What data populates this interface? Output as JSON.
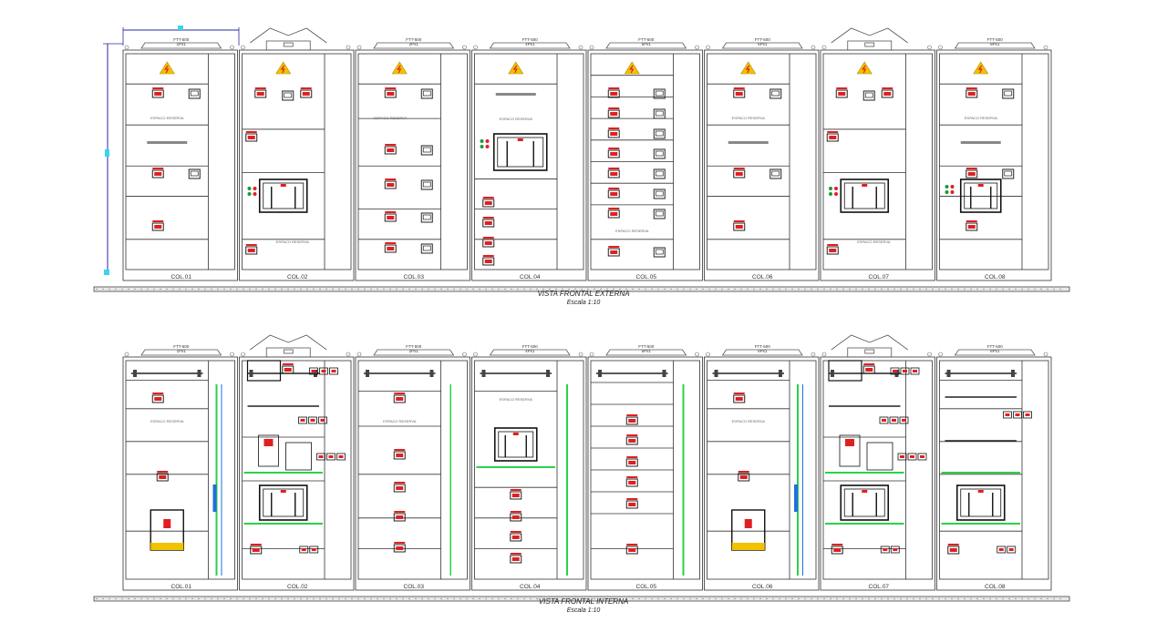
{
  "drawing": {
    "views": [
      {
        "id": "external",
        "title": "VISTA FRONTAL EXTERNA",
        "scale": "Escala 1:10",
        "columns": [
          {
            "label": "COL.01",
            "header": "FTT-500\n1Px1"
          },
          {
            "label": "COL.02",
            "header": ""
          },
          {
            "label": "COL.03",
            "header": "FTT-500\n2Px1"
          },
          {
            "label": "COL.04",
            "header": "FTT-500\n4Px1"
          },
          {
            "label": "COL.05",
            "header": "FTT-500\n5Px1"
          },
          {
            "label": "COL.06",
            "header": "FTT-500\n6Px1"
          },
          {
            "label": "COL.07",
            "header": ""
          },
          {
            "label": "COL.08",
            "header": "FTT-500\n8Px1"
          }
        ]
      },
      {
        "id": "internal",
        "title": "VISTA FRONTAL INTERNA",
        "scale": "Escala 1:10",
        "columns": [
          {
            "label": "COL.01",
            "header": "FTT-500\n1Px1"
          },
          {
            "label": "COL.02",
            "header": ""
          },
          {
            "label": "COL.03",
            "header": "FTT-500\n2Px1"
          },
          {
            "label": "COL.04",
            "header": "FTT-500\n4Px1"
          },
          {
            "label": "COL.05",
            "header": "FTT-500\n5Px1"
          },
          {
            "label": "COL.06",
            "header": "FTT-500\n6Px1"
          },
          {
            "label": "COL.07",
            "header": ""
          },
          {
            "label": "COL.08",
            "header": "FTT-500\n8Px1"
          }
        ]
      }
    ],
    "placard_text": "ESPACO RESERVA",
    "colors": {
      "line": "#333333",
      "warning": "#f2c200",
      "device_red": "#e02020",
      "busbar_green": "#2bd14a",
      "busbar_blue": "#1f6fe0",
      "dimension": "#2a2aa0",
      "cyan_marker": "#38d4f0"
    }
  }
}
